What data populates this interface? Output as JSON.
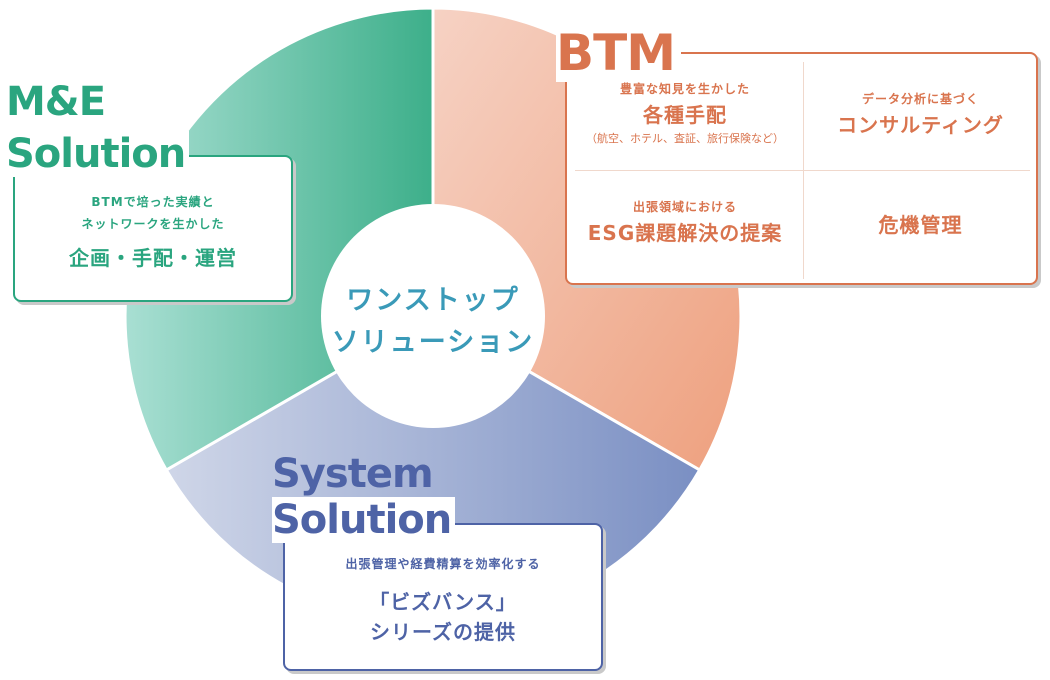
{
  "center": {
    "line1": "ワンストップ",
    "line2": "ソリューション"
  },
  "me": {
    "title_line1": "M&E",
    "title_line2": "Solution",
    "desc_line1": "BTMで培った実績と",
    "desc_line2": "ネットワークを生かした",
    "main": "企画・手配・運営"
  },
  "btm": {
    "title": "BTM",
    "cells": [
      {
        "small": "豊富な知見を生かした",
        "big": "各種手配",
        "note": "（航空、ホテル、査証、旅行保険など）"
      },
      {
        "small": "データ分析に基づく",
        "big": "コンサルティング"
      },
      {
        "small": "出張領域における",
        "big": "ESG課題解決の提案"
      },
      {
        "big": "危機管理"
      }
    ]
  },
  "system": {
    "title_line1": "System",
    "title_line2": "Solution",
    "desc": "出張管理や経費精算を効率化する",
    "main_line1": "「ビズバンス」",
    "main_line2": "シリーズの提供"
  },
  "colors": {
    "green": "#2aa57f",
    "orange": "#d9744e",
    "blue": "#4e63a6",
    "center_text": "#3a9ab8"
  }
}
